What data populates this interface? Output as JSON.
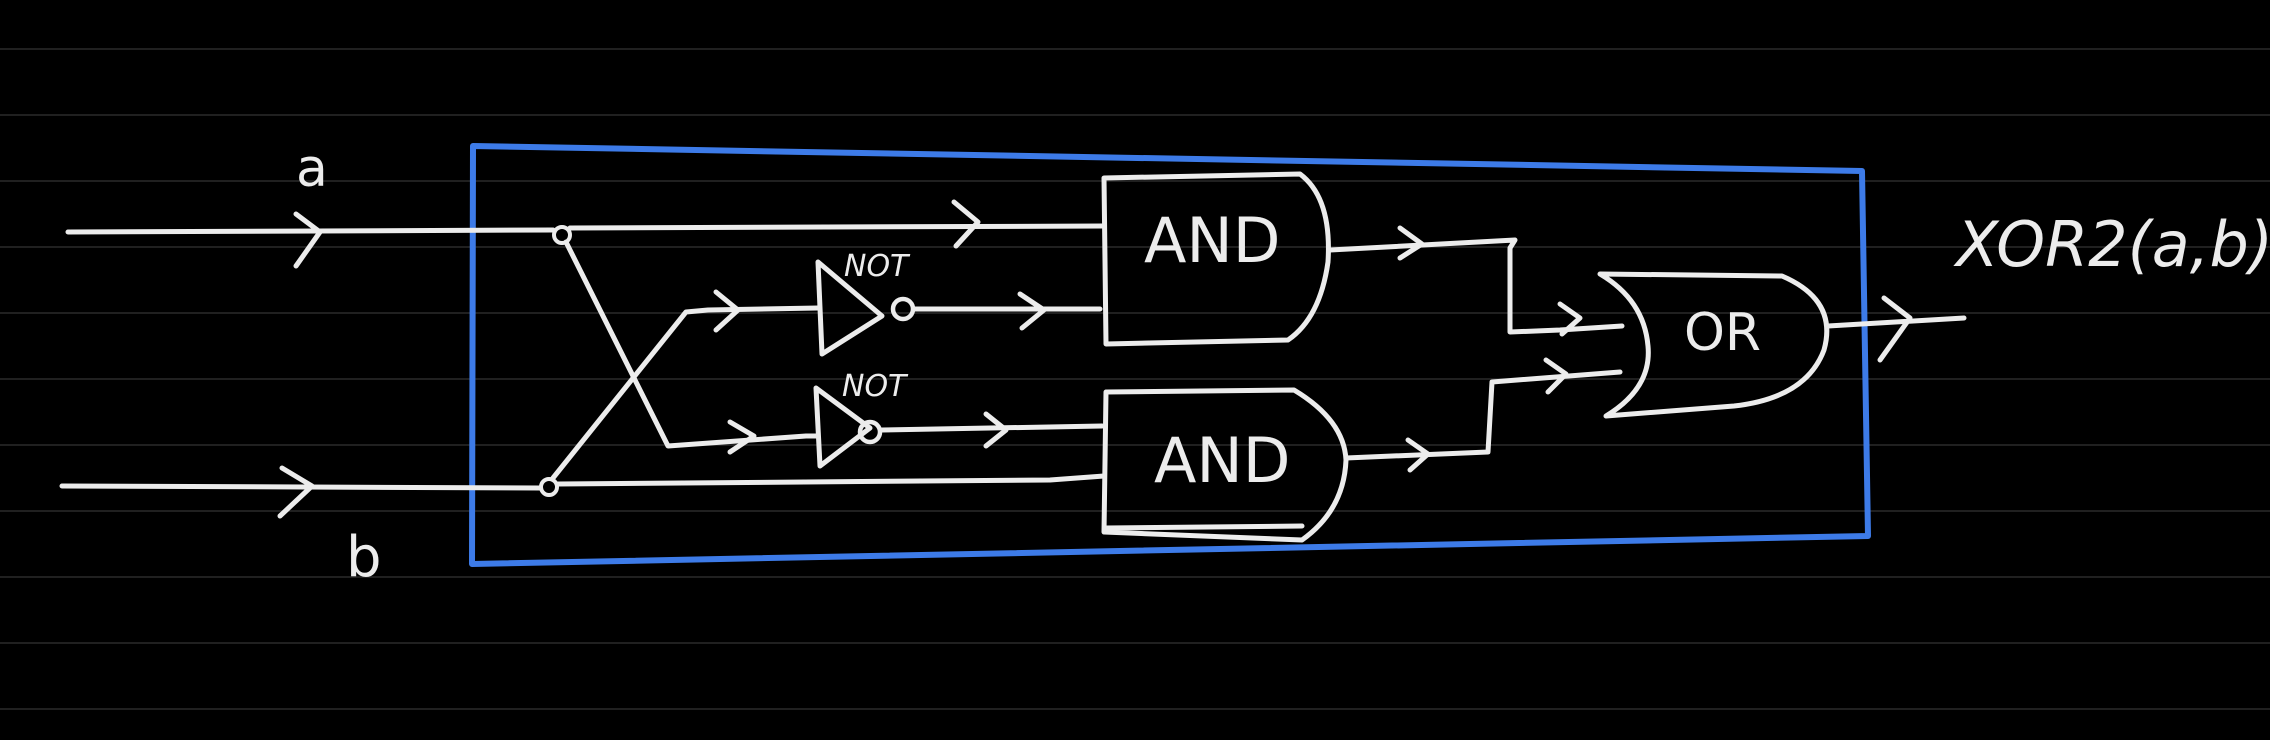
{
  "colors": {
    "background": "#000000",
    "ink": "#ececec",
    "ruled_line": "#2b2b2b",
    "subsystem_box": "#3d7be8"
  },
  "inputs": {
    "a": "a",
    "b": "b"
  },
  "gates": {
    "not_top": "NOT",
    "not_bottom": "NOT",
    "and_top": "AND",
    "and_bottom": "AND",
    "or": "OR"
  },
  "output": {
    "label": "XOR2(a,b)"
  }
}
